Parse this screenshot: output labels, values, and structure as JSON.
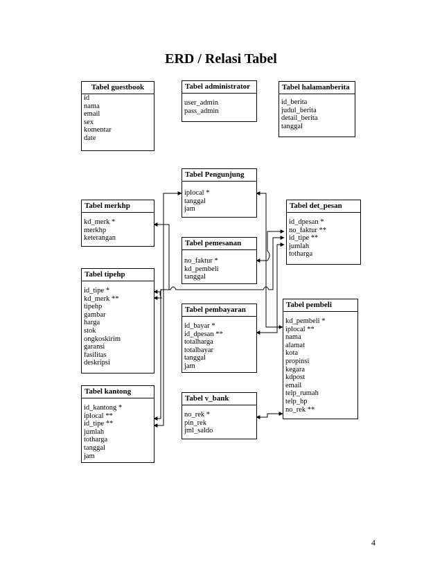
{
  "page": {
    "title": "ERD / Relasi Tabel",
    "page_number": "4"
  },
  "tables": {
    "guestbook": {
      "name": "Tabel guestbook",
      "fields": [
        "id",
        "nama",
        "email",
        "sex",
        "komentar",
        "date"
      ]
    },
    "administrator": {
      "name": "Tabel administrator",
      "fields": [
        "user_admin",
        "pass_admin"
      ]
    },
    "halamanberita": {
      "name": "Tabel halamanberita",
      "fields": [
        "id_berita",
        "judul_berita",
        "detail_berita",
        "tanggal"
      ]
    },
    "pengunjung": {
      "name": "Tabel Pengunjung",
      "fields": [
        "iplocal *",
        "tanggal",
        "jam"
      ]
    },
    "merkhp": {
      "name": "Tabel merkhp",
      "fields": [
        "kd_merk *",
        "merkhp",
        "keterangan"
      ]
    },
    "det_pesan": {
      "name": "Tabel det_pesan",
      "fields": [
        "id_dpesan *",
        "no_faktur **",
        "id_tipe **",
        "jumlah",
        "totharga"
      ]
    },
    "pemesanan": {
      "name": "Tabel pemesanan",
      "fields": [
        "no_faktur *",
        "kd_pembeli",
        "tanggal"
      ]
    },
    "tipehp": {
      "name": "Tabel tipehp",
      "fields": [
        "id_tipe *",
        "kd_merk **",
        "tipehp",
        "gambar",
        "harga",
        "stok",
        "ongkoskirim",
        "garansi",
        "fasilitas",
        "deskripsi"
      ]
    },
    "pembayaran": {
      "name": "Tabel pembayaran",
      "fields": [
        "id_bayar *",
        "id_dpesan **",
        "totalharga",
        "totalbayar",
        "tanggal",
        "jam"
      ]
    },
    "pembeli": {
      "name": "Tabel pembeli",
      "fields": [
        "kd_pembeli *",
        "iplocal **",
        "nama",
        "alamat",
        "kota",
        "propinsi",
        "kegara",
        "kdpost",
        "email",
        "telp_rumah",
        "telp_hp",
        "no_rek **"
      ]
    },
    "kantong": {
      "name": "Tabel kantong",
      "fields": [
        "id_kantong *",
        "iplocal **",
        "id_tipe **",
        "jumlah",
        "totharga",
        "tanggal",
        "jam"
      ]
    },
    "v_bank": {
      "name": "Tabel v_bank",
      "fields": [
        "no_rek *",
        "pin_rek",
        "jml_saldo"
      ]
    }
  }
}
